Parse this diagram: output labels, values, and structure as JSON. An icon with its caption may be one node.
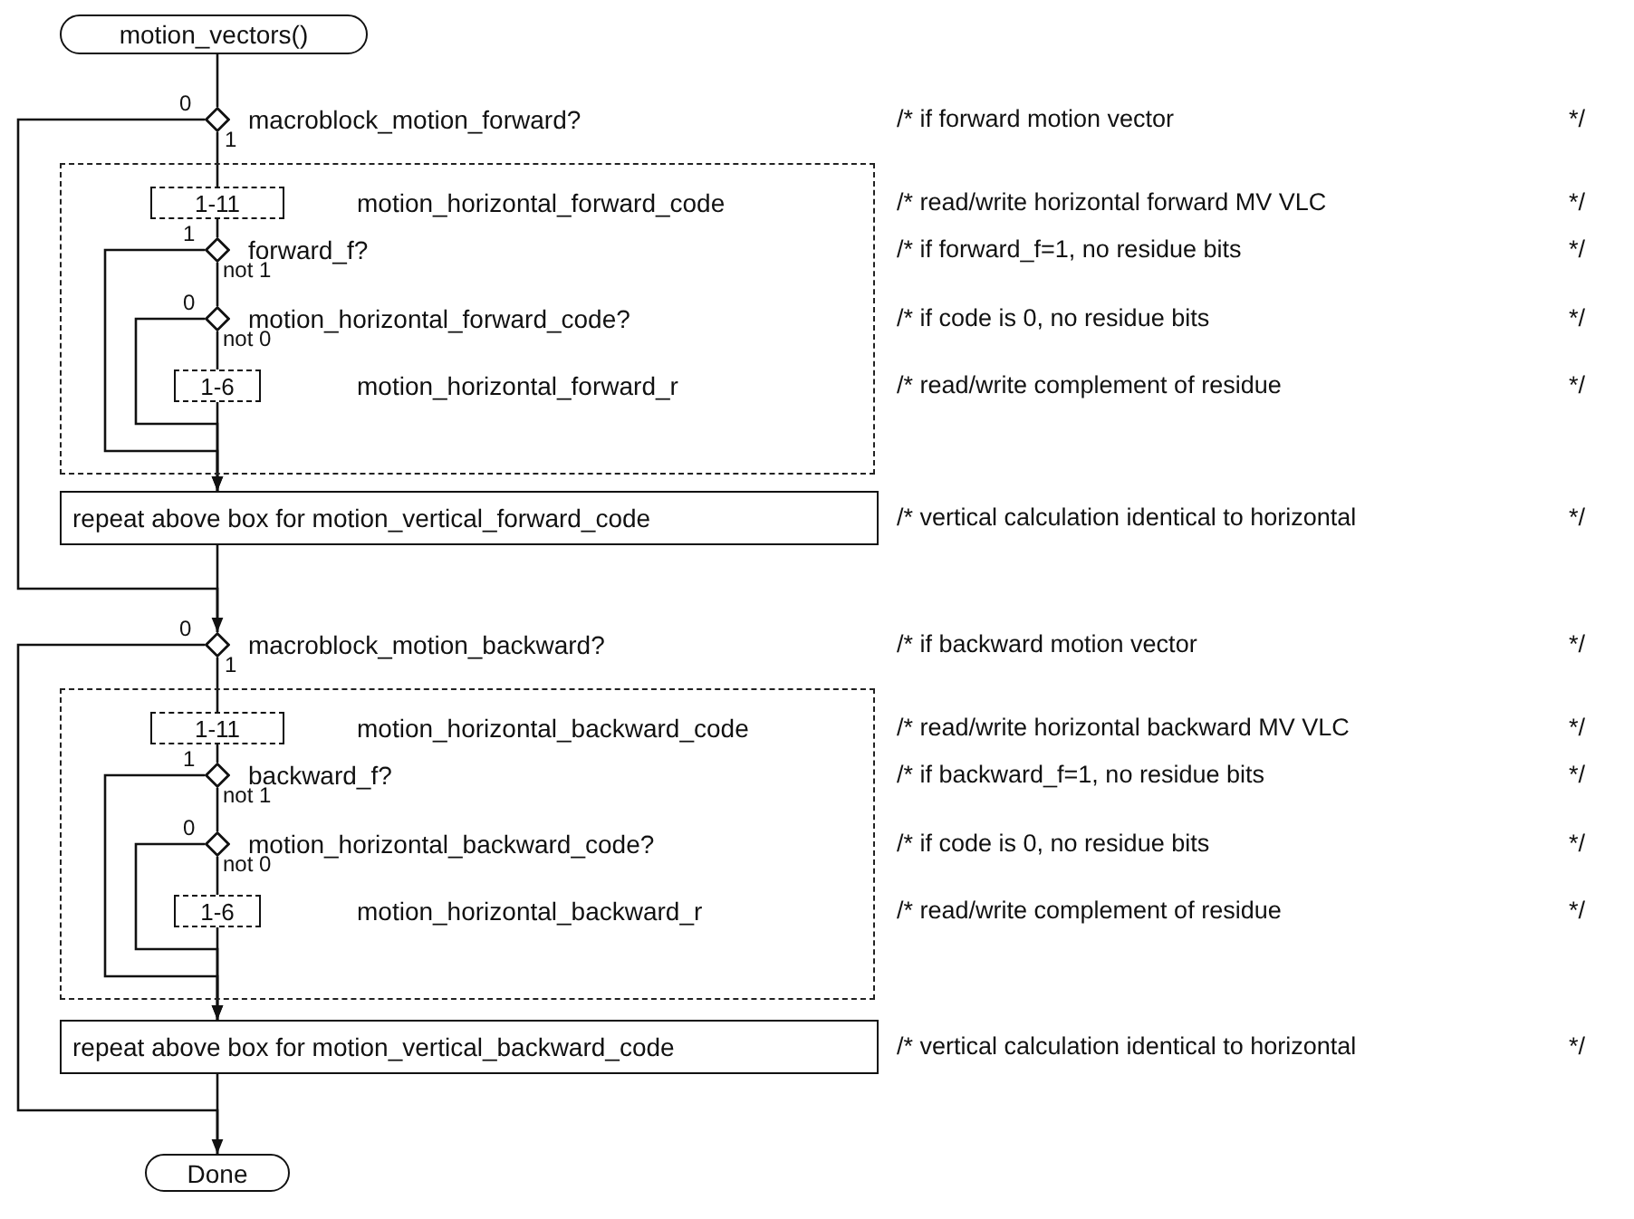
{
  "diagram": {
    "nodes": [
      {
        "text": [
          "motion_vectors()"
        ]
      },
      {
        "text": [
          "macroblock_motion_forward?"
        ]
      },
      {
        "text": [],
        "shape": "box"
      },
      {
        "text": [
          "1-11"
        ],
        "beside": [
          "motion_horizontal_forward_code"
        ],
        "in": 2
      },
      {
        "text": [
          "forward_f?"
        ],
        "in": 2
      },
      {
        "text": [
          "motion_horizontal_forward_code?"
        ],
        "in": 2
      },
      {
        "text": [
          "1-6"
        ],
        "beside": [
          "motion_horizontal_forward_r"
        ],
        "in": 2
      },
      {
        "text": [
          "repeat above box for motion_vertical_forward_code"
        ]
      },
      {
        "text": [
          "macroblock_motion_backward?"
        ]
      },
      {
        "text": [],
        "shape": "box"
      },
      {
        "text": [
          "1-11"
        ],
        "beside": [
          "motion_horizontal_backward_code"
        ],
        "in": 9
      },
      {
        "text": [
          "backward_f?"
        ],
        "in": 9
      },
      {
        "text": [
          "motion_horizontal_backward_code?"
        ],
        "in": 9
      },
      {
        "text": [
          "1-6"
        ],
        "beside": [
          "motion_horizontal_backward_r"
        ],
        "in": 9
      },
      {
        "text": [
          "repeat above box for motion_vertical_backward_code"
        ]
      },
      {
        "text": [
          "Done"
        ]
      }
    ],
    "edges": [
      {
        "from": 0,
        "to": 1,
        "arrow": "none"
      },
      {
        "from": 1,
        "to": 3,
        "arrow": "none",
        "label": "1"
      },
      {
        "from": 1,
        "to": 8,
        "arrow": "to",
        "label": "0"
      },
      {
        "from": 3,
        "to": 4,
        "arrow": "none"
      },
      {
        "from": 4,
        "to": 5,
        "arrow": "none",
        "label": "not 1"
      },
      {
        "from": 4,
        "to": 7,
        "arrow": "to",
        "label": "1"
      },
      {
        "from": 5,
        "to": 6,
        "arrow": "none",
        "label": "not 0"
      },
      {
        "from": 5,
        "to": 7,
        "arrow": "to",
        "label": "0"
      },
      {
        "from": 6,
        "to": 7,
        "arrow": "none"
      },
      {
        "from": 7,
        "to": 8,
        "arrow": "none"
      },
      {
        "from": 8,
        "to": 10,
        "arrow": "none",
        "label": "1"
      },
      {
        "from": 8,
        "to": 15,
        "arrow": "to",
        "label": "0"
      },
      {
        "from": 10,
        "to": 11,
        "arrow": "none"
      },
      {
        "from": 11,
        "to": 12,
        "arrow": "none",
        "label": "not 1"
      },
      {
        "from": 11,
        "to": 14,
        "arrow": "to",
        "label": "1"
      },
      {
        "from": 12,
        "to": 13,
        "arrow": "none",
        "label": "not 0"
      },
      {
        "from": 12,
        "to": 14,
        "arrow": "to",
        "label": "0"
      },
      {
        "from": 13,
        "to": 14,
        "arrow": "none"
      },
      {
        "from": 14,
        "to": 15,
        "arrow": "none"
      }
    ],
    "labels": [
      "/* if forward motion vector",
      "*/",
      "/* read/write horizontal forward MV VLC",
      "*/",
      "/* if forward_f=1, no residue bits",
      "*/",
      "/* if code is 0, no residue bits",
      "*/",
      "/* read/write complement of residue",
      "*/",
      "/* vertical calculation identical to horizontal",
      "*/",
      "/* if backward motion vector",
      "*/",
      "/* read/write horizontal backward MV VLC",
      "*/",
      "/* if backward_f=1, no residue bits",
      "*/",
      "/* if code is 0, no residue bits",
      "*/",
      "/* read/write complement of residue",
      "*/",
      "/* vertical calculation identical to horizontal",
      "*/"
    ]
  }
}
